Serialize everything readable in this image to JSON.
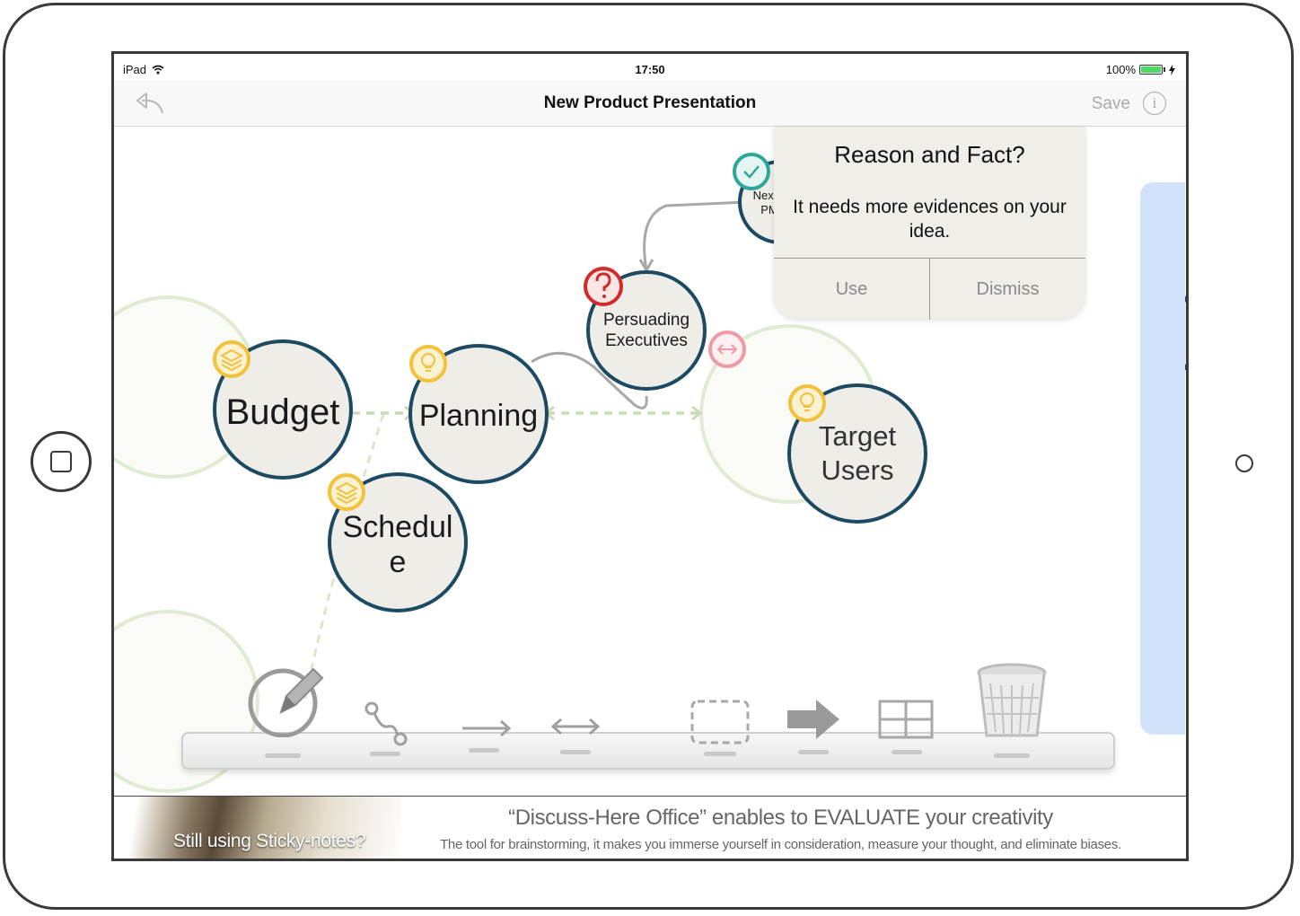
{
  "status_bar": {
    "device": "iPad",
    "time": "17:50",
    "battery": "100%"
  },
  "nav": {
    "title": "New Product Presentation",
    "save_label": "Save",
    "info_label": "i"
  },
  "nodes": {
    "budget": "Budget",
    "planning": "Planning",
    "schedule_line1": "Schedul",
    "schedule_line2": "e",
    "persuading_line1": "Persuading",
    "persuading_line2": "Executives",
    "target_line1": "Target",
    "target_line2": "Users",
    "next_line1": "Next",
    "next_line2": "PM"
  },
  "popover": {
    "title": "Reason and Fact?",
    "message": "It needs more evidences on your idea.",
    "use_label": "Use",
    "dismiss_label": "Dismiss"
  },
  "toolbar": {
    "tools": [
      "pencil-icon",
      "connector-icon",
      "arrow-right-icon",
      "arrow-both-icon",
      "dashed-rect-icon",
      "block-arrow-icon",
      "grid-icon",
      "trash-icon"
    ]
  },
  "ad": {
    "photo_caption": "Still using Sticky-notes?",
    "headline": "“Discuss-Here Office” enables to EVALUATE your creativity",
    "subline": "The tool for brainstorming, it makes you immerse yourself in consideration, measure your thought, and eliminate biases."
  },
  "colors": {
    "node_border": "#1d4a63",
    "node_fill": "#eeede8",
    "dashed_link": "#c9dab4",
    "badge_yellow": "#f3c13a",
    "badge_red": "#d12c2c",
    "badge_pink": "#f19aa6",
    "badge_teal": "#2ea79a"
  }
}
